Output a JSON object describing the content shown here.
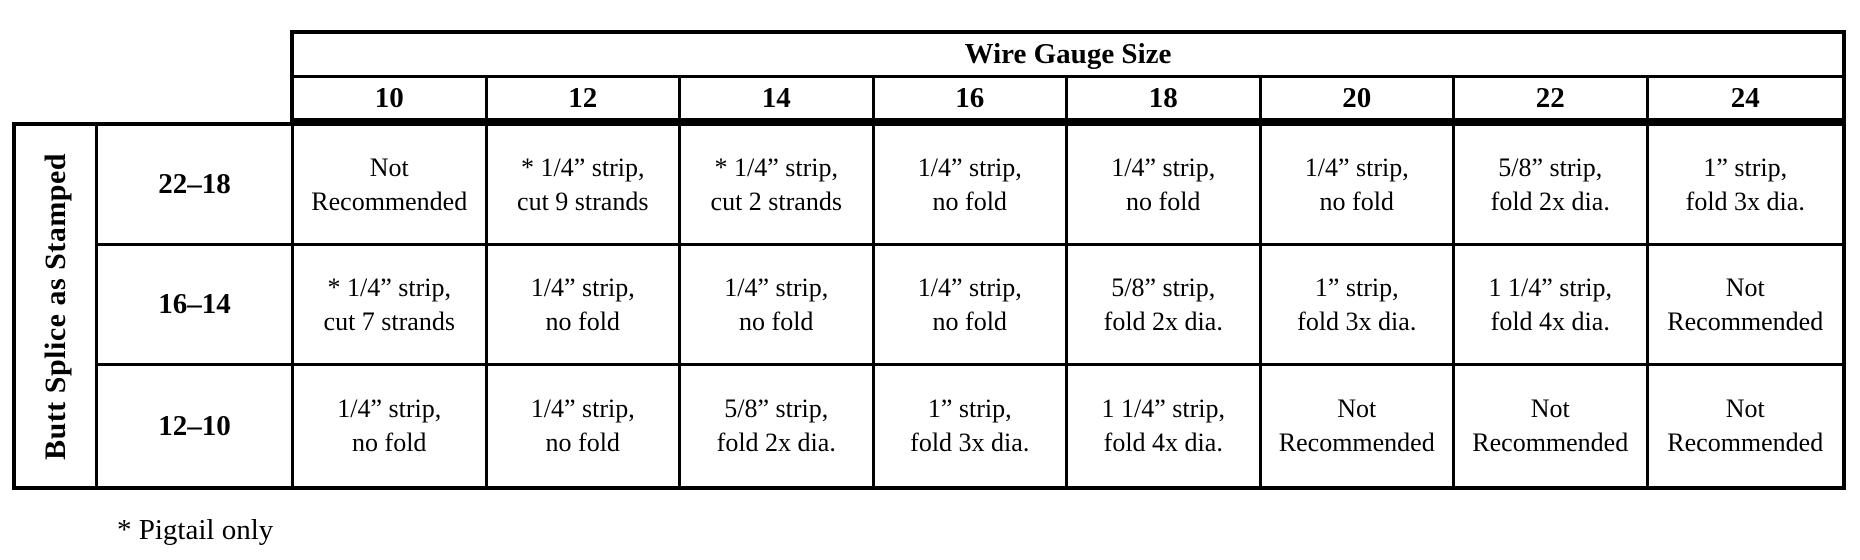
{
  "table": {
    "header": {
      "title": "Wire Gauge Size",
      "columns": [
        "10",
        "12",
        "14",
        "16",
        "18",
        "20",
        "22",
        "24"
      ]
    },
    "side_label": "Butt Splice as Stamped",
    "rows": [
      {
        "label": "22–18",
        "cells": [
          "Not\nRecommended",
          "* 1/4” strip,\ncut 9 strands",
          "* 1/4” strip,\ncut 2 strands",
          "1/4” strip,\nno fold",
          "1/4” strip,\nno fold",
          "1/4” strip,\nno fold",
          "5/8” strip,\nfold 2x dia.",
          "1” strip,\nfold 3x dia."
        ]
      },
      {
        "label": "16–14",
        "cells": [
          "* 1/4” strip,\ncut 7 strands",
          "1/4” strip,\nno fold",
          "1/4” strip,\nno fold",
          "1/4” strip,\nno fold",
          "5/8” strip,\nfold 2x dia.",
          "1” strip,\nfold 3x dia.",
          "1 1/4” strip,\nfold 4x dia.",
          "Not\nRecommended"
        ]
      },
      {
        "label": "12–10",
        "cells": [
          "1/4” strip,\nno fold",
          "1/4” strip,\nno fold",
          "5/8” strip,\nfold 2x dia.",
          "1” strip,\nfold 3x dia.",
          "1 1/4” strip,\nfold 4x dia.",
          "Not\nRecommended",
          "Not\nRecommended",
          "Not\nRecommended"
        ]
      }
    ],
    "footnote": "* Pigtail only"
  },
  "colors": {
    "ink": "#000000",
    "background": "#ffffff"
  }
}
